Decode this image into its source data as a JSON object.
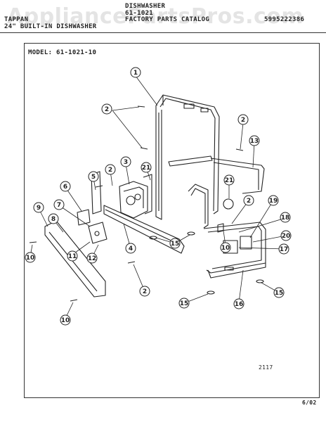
{
  "header": {
    "appliance": "DISHWASHER",
    "model_code": "61-1021",
    "brand_line": "TAPPAN",
    "catalog_title": "FACTORY PARTS CATALOG",
    "catalog_number": "5995222386",
    "product_line": "24\" BUILT-IN DISHWASHER"
  },
  "watermark": "AppliancePartsPros.com",
  "model_label": "MODEL:  61-1021-10",
  "footer": {
    "figure_number": "2117",
    "date_code": "6/02"
  },
  "callouts": [
    "1",
    "2",
    "2",
    "2",
    "2",
    "2",
    "2",
    "3",
    "4",
    "5",
    "6",
    "7",
    "8",
    "9",
    "10",
    "10",
    "11",
    "12",
    "13",
    "15",
    "15",
    "15",
    "15",
    "16",
    "17",
    "18",
    "19",
    "20",
    "21",
    "21"
  ]
}
